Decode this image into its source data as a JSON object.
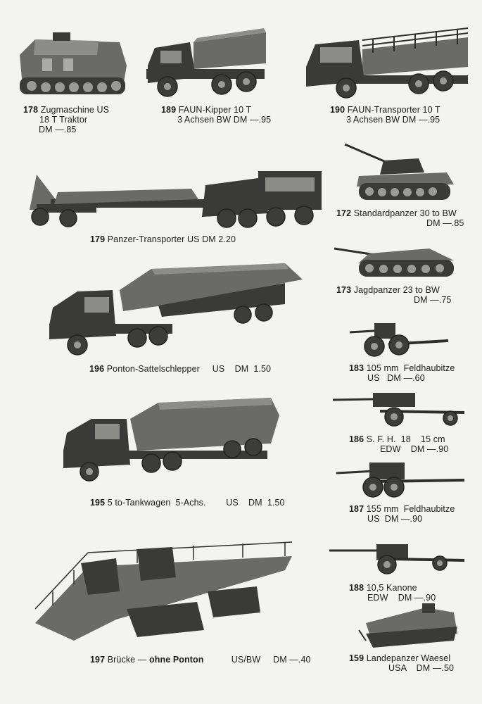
{
  "items": [
    {
      "id": "178",
      "num": "178",
      "line1": "Zugmaschine US",
      "line2": "18 T Traktor",
      "line3": "DM —.85"
    },
    {
      "id": "189",
      "num": "189",
      "line1": "FAUN-Kipper 10 T",
      "line2": "3 Achsen   BW   DM —.95"
    },
    {
      "id": "190",
      "num": "190",
      "line1": "FAUN-Transporter 10 T",
      "line2": "3 Achsen   BW   DM —.95"
    },
    {
      "id": "179",
      "num": "179",
      "line1": "Panzer-Transporter US   DM 2.20"
    },
    {
      "id": "172",
      "num": "172",
      "line1": "Standardpanzer  30 to  BW",
      "line2": "DM —.85"
    },
    {
      "id": "173",
      "num": "173",
      "line1": "Jagdpanzer  23 to  BW",
      "line2": "DM —.75"
    },
    {
      "id": "196",
      "num": "196",
      "line1": "Ponton-Sattelschlepper     US    DM  1.50"
    },
    {
      "id": "183",
      "num": "183",
      "line1": "105 mm  Feldhaubitze",
      "line2": "US   DM —.60"
    },
    {
      "id": "186",
      "num": "186",
      "line1": "S. F. H.  18    15 cm",
      "line2": "EDW    DM —.90"
    },
    {
      "id": "195",
      "num": "195",
      "line1": "5 to-Tankwagen  5-Achs.        US    DM  1.50"
    },
    {
      "id": "187",
      "num": "187",
      "line1": "155 mm  Feldhaubitze",
      "line2": "US  DM —.90"
    },
    {
      "id": "188",
      "num": "188",
      "line1": "10,5 Kanone",
      "line2": "EDW    DM —.90"
    },
    {
      "id": "197",
      "num": "197",
      "line1a": "Brücke — ",
      "line1b": "ohne Ponton",
      "line1c": "           US/BW     DM —.40"
    },
    {
      "id": "159",
      "num": "159",
      "line1": "Landepanzer Waesel",
      "line2": "USA    DM —.50"
    }
  ]
}
